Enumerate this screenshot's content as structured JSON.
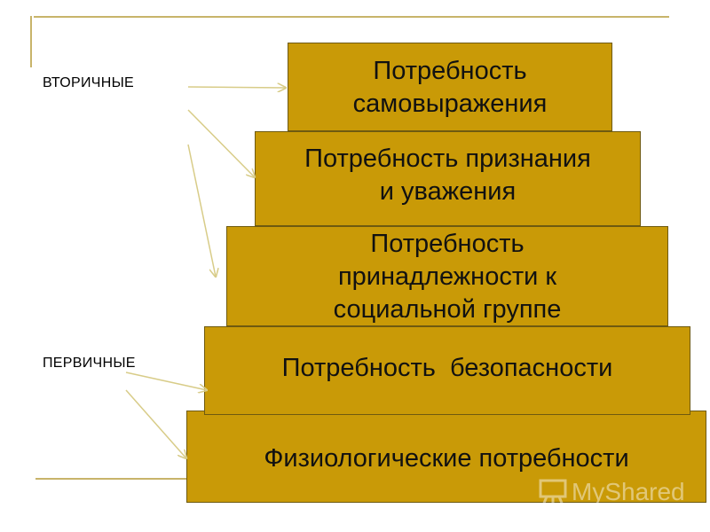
{
  "colors": {
    "level_fill": "#c99a07",
    "level_border": "#6e5a10",
    "arrow": "#d8cc88",
    "frame": "#c8b46a"
  },
  "labels": {
    "secondary": "ВТОРИЧНЫЕ",
    "primary": "ПЕРВИЧНЫЕ"
  },
  "pyramid": {
    "levels": [
      {
        "line1": "Потребность",
        "line2": "самовыражения"
      },
      {
        "line1": "Потребность признания",
        "line2": "и уважения"
      },
      {
        "line1": "Потребность",
        "line2": "принадлежности к",
        "line3": "социальной группе"
      },
      {
        "line1": "Потребность  безопасности"
      },
      {
        "line1": "Физиологические потребности"
      }
    ]
  },
  "watermark": {
    "icon": "presentation-board-icon",
    "text": "MyShared"
  }
}
